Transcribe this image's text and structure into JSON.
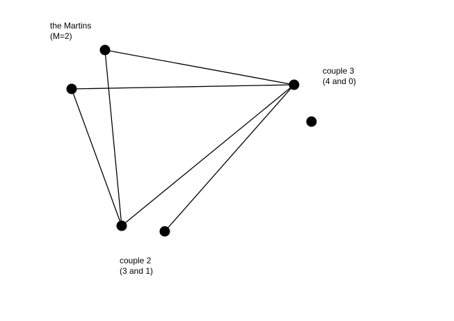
{
  "colors": {
    "background": "#ffffff",
    "ink": "#000000"
  },
  "labels": {
    "martins": {
      "line1": "the Martins",
      "line2": "(M=2)"
    },
    "couple3": {
      "line1": "couple 3",
      "line2": "(4 and 0)"
    },
    "couple2": {
      "line1": "couple 2",
      "line2": "(3 and 1)"
    }
  },
  "graph": {
    "nodes": [
      "martins-a",
      "martins-b",
      "couple3-a",
      "couple3-b",
      "couple2-a",
      "couple2-b"
    ],
    "edges": [
      [
        "martins-a",
        "couple3-a"
      ],
      [
        "martins-a",
        "couple2-a"
      ],
      [
        "martins-b",
        "couple3-a"
      ],
      [
        "martins-b",
        "couple2-a"
      ],
      [
        "couple2-a",
        "couple3-a"
      ],
      [
        "couple2-b",
        "couple3-a"
      ]
    ]
  }
}
